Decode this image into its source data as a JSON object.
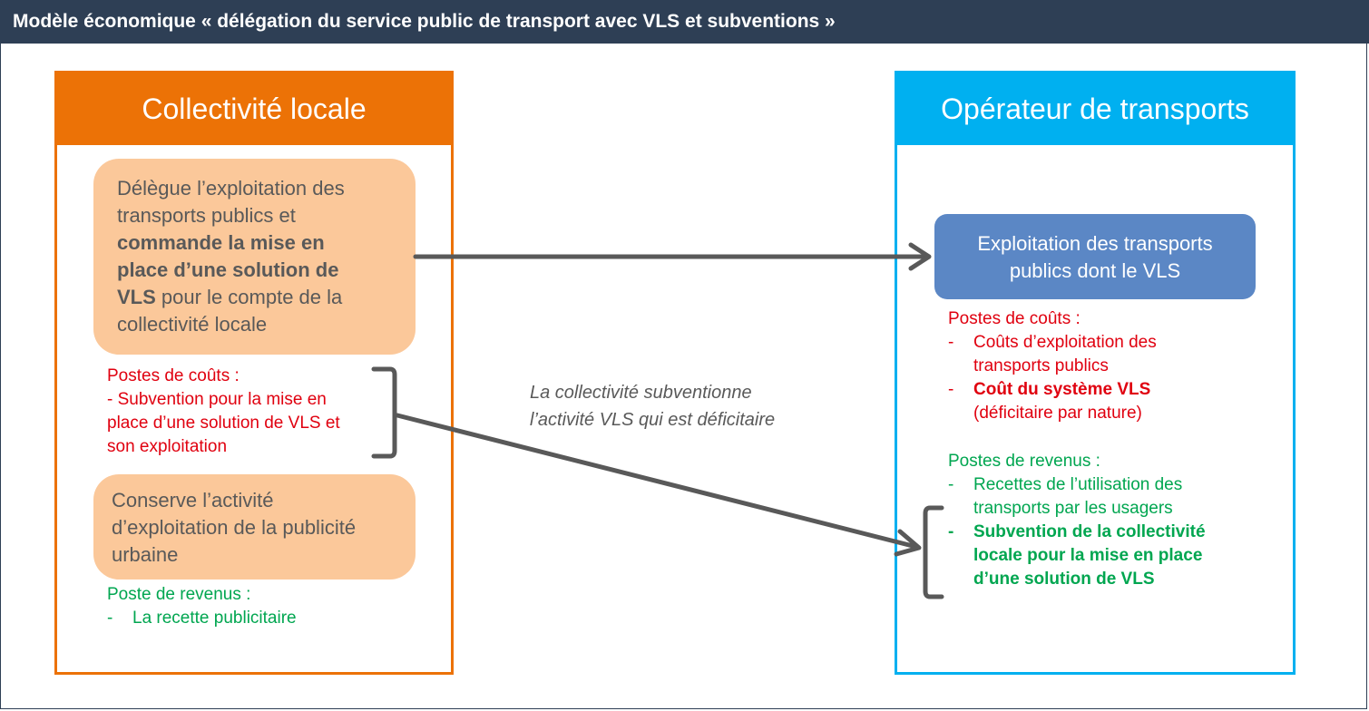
{
  "header": {
    "title": "Modèle économique « délégation du service public de transport  avec  VLS et subventions »"
  },
  "left_panel": {
    "title": "Collectivité  locale",
    "bubble_top": {
      "line1": "Délègue l’exploitation des",
      "line2": "transports publics et",
      "line3_bold": "commande  la mise en",
      "line4_bold": "place d’une solution de",
      "line5_bold": "VLS",
      "line5_rest": " pour le compte de la",
      "line6": "collectivité locale"
    },
    "costs": {
      "heading": "Postes de coûts :",
      "line1": "- Subvention pour la mise en",
      "line2": "place d’une solution de VLS et",
      "line3": "son exploitation"
    },
    "bubble_bottom": {
      "line1": "Conserve l’activité",
      "line2": "d’exploitation de la publicité",
      "line3": "urbaine"
    },
    "revenues": {
      "heading": "Poste de revenus  :",
      "dash": "-",
      "item1": "La recette publicitaire"
    }
  },
  "middle": {
    "note_line1": "La collectivité subventionne",
    "note_line2": "l’activité VLS qui est déficitaire"
  },
  "right_panel": {
    "title": "Opérateur  de transports",
    "box": {
      "line1": "Exploitation des transports",
      "line2": "publics dont le VLS"
    },
    "costs": {
      "heading": "Postes de coûts :",
      "dash": "-",
      "item1_line1": "Coûts d’exploitation des",
      "item1_line2": "transports publics",
      "item2_line1_bold": "Coût du système  VLS",
      "item2_line2": "(déficitaire par nature)"
    },
    "revenues": {
      "heading": "Postes de revenus  :",
      "dash": "-",
      "item1_line1": "Recettes de l’utilisation des",
      "item1_line2": "transports par les usagers",
      "item2_line1_bold": "Subvention de la collectivité",
      "item2_line2_bold": "locale pour la mise en place",
      "item2_line3_bold": "d’une solution  de VLS"
    }
  },
  "colors": {
    "header_bg": "#2e3f55",
    "left_accent": "#ec7206",
    "right_accent": "#00b0f0",
    "bubble_fill": "#fbc89a",
    "operator_box": "#5b87c5",
    "cost_text": "#e0000f",
    "revenue_text": "#00a650",
    "arrow": "#595959"
  }
}
